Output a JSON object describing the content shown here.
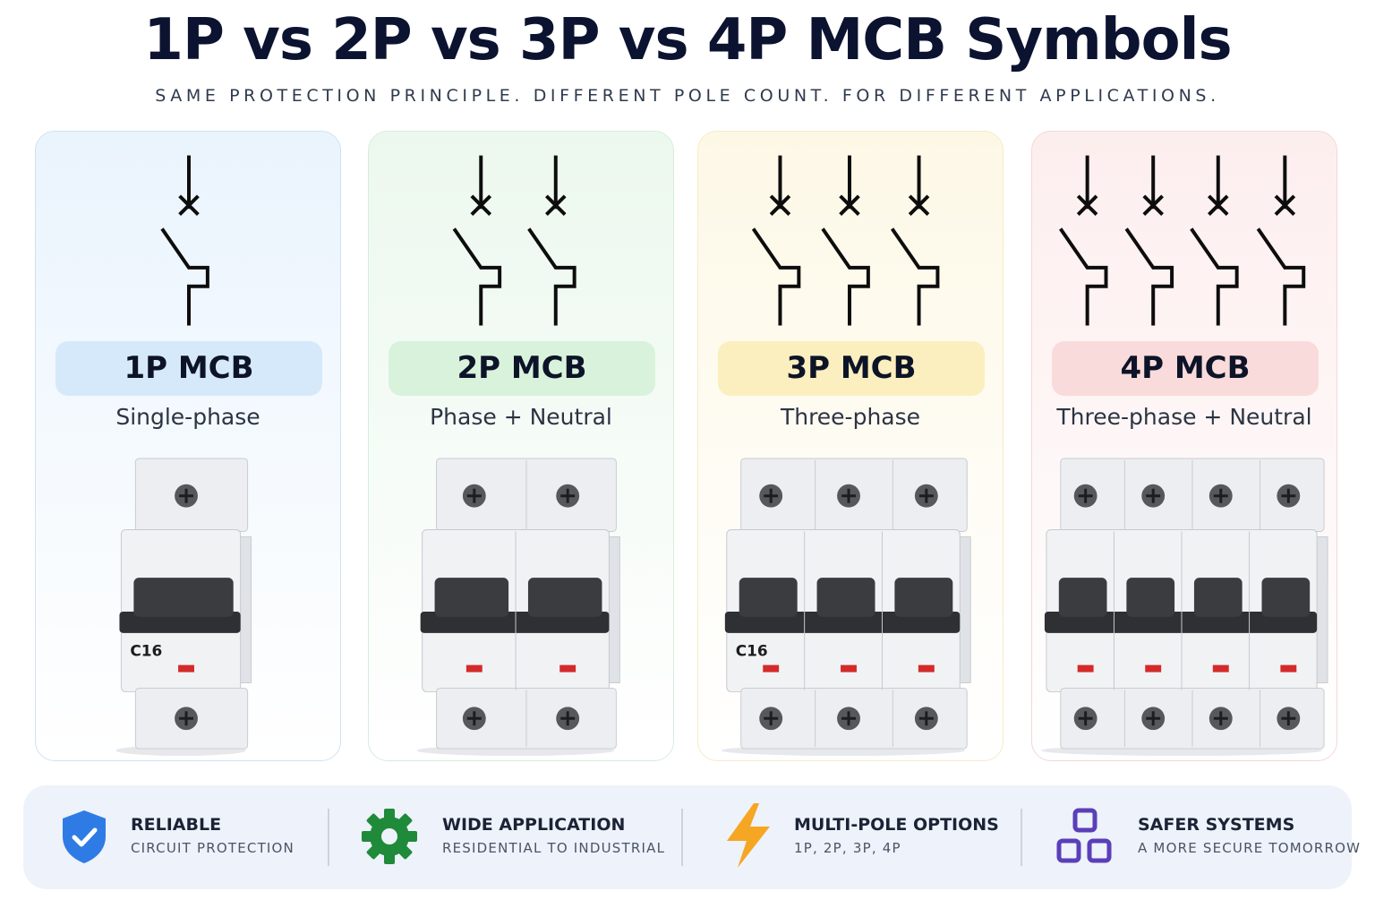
{
  "header": {
    "title": "1P vs 2P vs 3P vs 4P MCB Symbols",
    "subtitle": "SAME PROTECTION PRINCIPLE. DIFFERENT POLE COUNT. FOR DIFFERENT APPLICATIONS."
  },
  "cards": [
    {
      "poles": 1,
      "label": "1P MCB",
      "description": "Single-phase",
      "rating": "C16",
      "theme": {
        "border": "#cfe2f3",
        "bgTop": "#eaf4fd",
        "bgBottom": "#ffffff",
        "pill": "#d6e9fb"
      }
    },
    {
      "poles": 2,
      "label": "2P MCB",
      "description": "Phase + Neutral",
      "rating": "",
      "theme": {
        "border": "#d6eddc",
        "bgTop": "#ecf8ee",
        "bgBottom": "#ffffff",
        "pill": "#d9f2dc"
      }
    },
    {
      "poles": 3,
      "label": "3P MCB",
      "description": "Three-phase",
      "rating": "C16",
      "theme": {
        "border": "#f6ebc8",
        "bgTop": "#fdf8e6",
        "bgBottom": "#ffffff",
        "pill": "#fbefbf"
      }
    },
    {
      "poles": 4,
      "label": "4P MCB",
      "description": "Three-phase + Neutral",
      "rating": "",
      "theme": {
        "border": "#f6d6d6",
        "bgTop": "#fdeeee",
        "bgBottom": "#ffffff",
        "pill": "#fadbdb"
      }
    }
  ],
  "features": [
    {
      "icon": "shield-check-icon",
      "title": "RELIABLE",
      "subtitle": "CIRCUIT PROTECTION",
      "color": "#2f7be5"
    },
    {
      "icon": "gear-icon",
      "title": "WIDE APPLICATION",
      "subtitle": "RESIDENTIAL TO INDUSTRIAL",
      "color": "#1f8a3a"
    },
    {
      "icon": "lightning-icon",
      "title": "MULTI-POLE OPTIONS",
      "subtitle": "1P, 2P, 3P, 4P",
      "color": "#f5a623"
    },
    {
      "icon": "modules-icon",
      "title": "SAFER SYSTEMS",
      "subtitle": "A MORE SECURE TOMORROW",
      "color": "#5b3fb8"
    }
  ]
}
